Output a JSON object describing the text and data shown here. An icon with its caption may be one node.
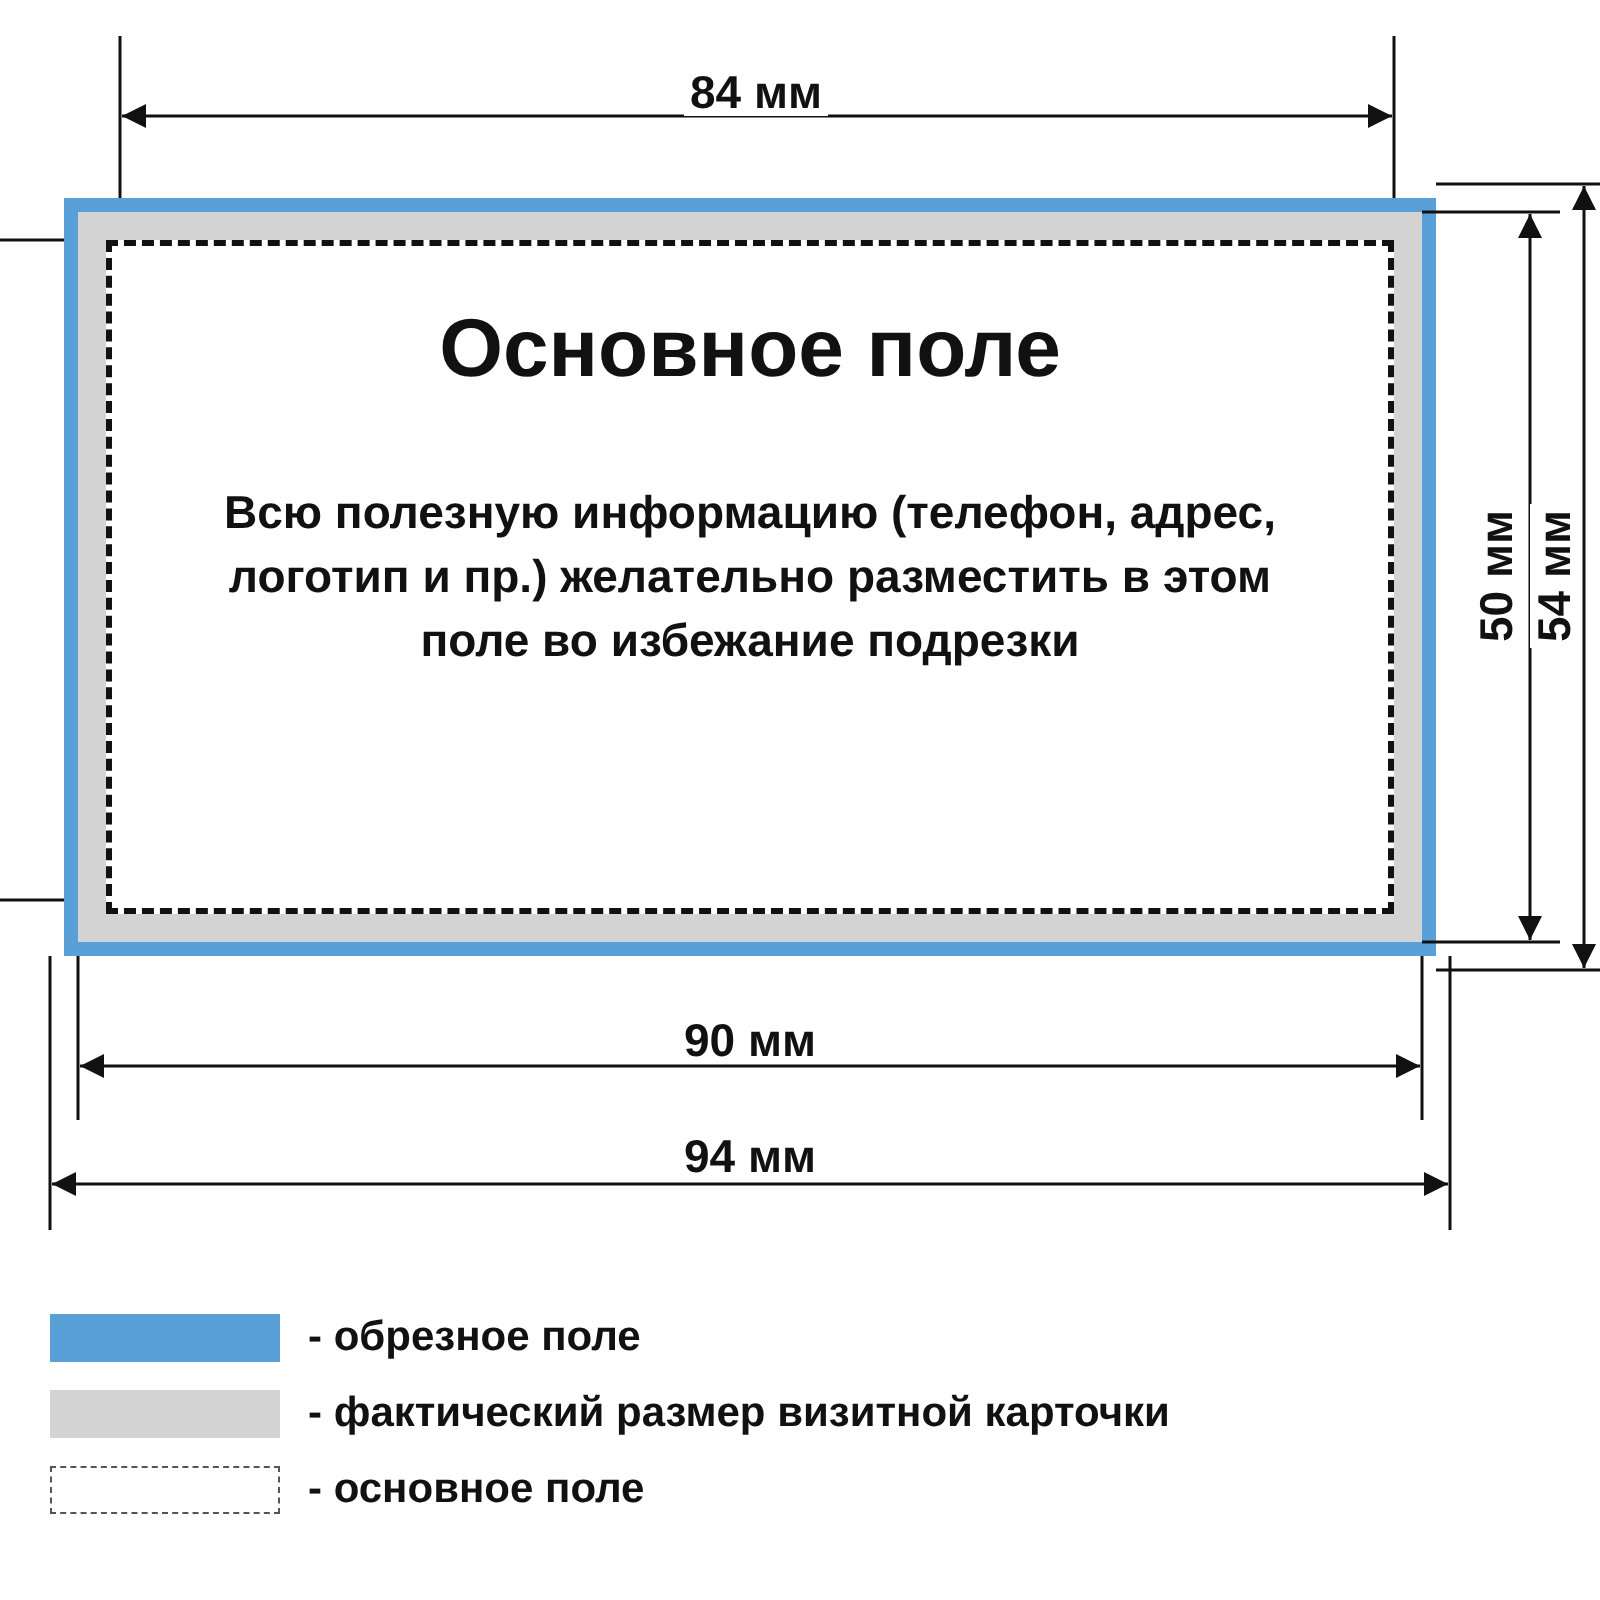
{
  "diagram": {
    "nodes": [
      {
        "text": [
          "Основное поле",
          "Всю полезную информацию (телефон, адрес, логотип и пр.) желательно разместить в этом поле во избежание подрезки"
        ]
      }
    ],
    "labels": [
      "84 мм",
      "50 мм",
      "54 мм",
      "90 мм",
      "94 мм"
    ],
    "legend": [
      {
        "text": "- обрезное поле",
        "color": "#5aa0d8"
      },
      {
        "text": "- фактический размер визитной карточки",
        "color": "#d3d3d3"
      },
      {
        "text": "- основное поле"
      }
    ]
  }
}
